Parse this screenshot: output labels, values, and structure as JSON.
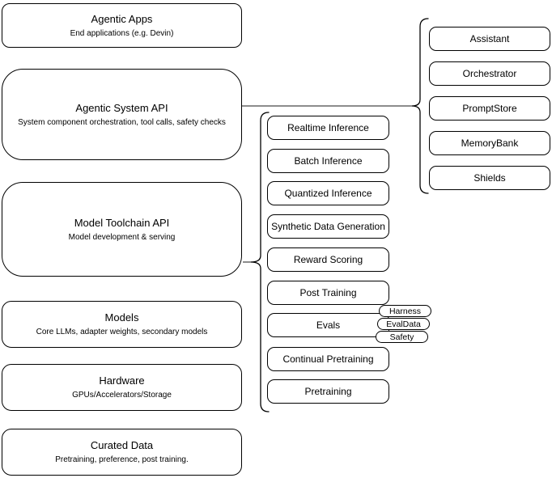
{
  "diagram": {
    "background": "#ffffff",
    "box_border_color": "#000000",
    "connector_color": "#666666"
  },
  "stack": {
    "layers": [
      {
        "title": "Agentic Apps",
        "subtitle": "End applications (e.g. Devin)"
      },
      {
        "title": "Agentic System API",
        "subtitle": "System component orchestration, tool calls, safety checks"
      },
      {
        "title": "Model Toolchain API",
        "subtitle": "Model development & serving"
      },
      {
        "title": "Models",
        "subtitle": "Core LLMs, adapter weights, secondary models"
      },
      {
        "title": "Hardware",
        "subtitle": "GPUs/Accelerators/Storage"
      },
      {
        "title": "Curated Data",
        "subtitle": "Pretraining, preference, post training."
      }
    ]
  },
  "toolchain_api_group": {
    "items": [
      "Realtime Inference",
      "Batch Inference",
      "Quantized Inference",
      "Synthetic Data Generation",
      "Reward Scoring",
      "Post Training",
      "Evals",
      "Continual Pretraining",
      "Pretraining"
    ],
    "evals_tags": [
      "Harness",
      "EvalData",
      "Safety"
    ]
  },
  "system_api_group": {
    "items": [
      "Assistant",
      "Orchestrator",
      "PromptStore",
      "MemoryBank",
      "Shields"
    ]
  }
}
